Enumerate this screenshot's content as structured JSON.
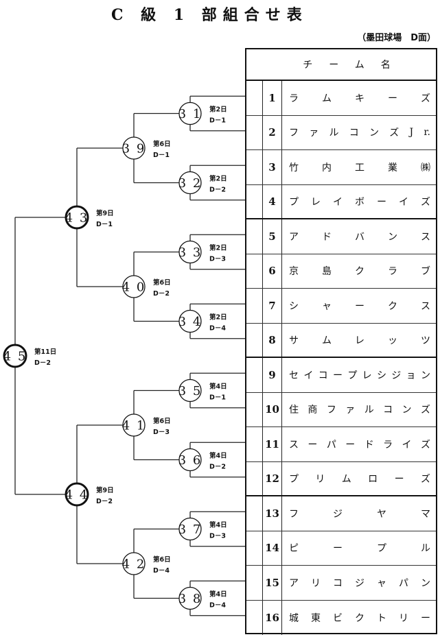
{
  "title": "C 級 1 部組合せ表",
  "venue": "（墨田球場　D面）",
  "table": {
    "header": "チーム名",
    "teams": [
      {
        "no": "1",
        "name": [
          "ラ",
          "ム",
          "キ",
          "ー",
          "ズ"
        ]
      },
      {
        "no": "2",
        "name": [
          "フ",
          "ァ",
          "ル",
          "コ",
          "ン",
          "ズ",
          "J",
          "r."
        ]
      },
      {
        "no": "3",
        "name": [
          "竹",
          "内",
          "工",
          "業",
          "㈱"
        ]
      },
      {
        "no": "4",
        "name": [
          "プ",
          "レ",
          "イ",
          "ボ",
          "ー",
          "イ",
          "ズ"
        ]
      },
      {
        "no": "5",
        "name": [
          "ア",
          "ド",
          "バ",
          "ン",
          "ス"
        ]
      },
      {
        "no": "6",
        "name": [
          "京",
          "島",
          "ク",
          "ラ",
          "ブ"
        ]
      },
      {
        "no": "7",
        "name": [
          "シ",
          "ャ",
          "ー",
          "ク",
          "ス"
        ]
      },
      {
        "no": "8",
        "name": [
          "サ",
          "ム",
          "レ",
          "ッ",
          "ツ"
        ]
      },
      {
        "no": "9",
        "name": [
          "セ",
          "イ",
          "コ",
          "ー",
          "プ",
          "レ",
          "シ",
          "ジ",
          "ョ",
          "ン"
        ]
      },
      {
        "no": "10",
        "name": [
          "住",
          "商",
          "フ",
          "ァ",
          "ル",
          "コ",
          "ン",
          "ズ"
        ]
      },
      {
        "no": "11",
        "name": [
          "ス",
          "ー",
          "パ",
          "ー",
          "ド",
          "ラ",
          "イ",
          "ズ"
        ]
      },
      {
        "no": "12",
        "name": [
          "プ",
          "リ",
          "ム",
          "ロ",
          "ー",
          "ズ"
        ]
      },
      {
        "no": "13",
        "name": [
          "フ",
          "ジ",
          "ヤ",
          "マ"
        ]
      },
      {
        "no": "14",
        "name": [
          "ピ",
          "ー",
          "プ",
          "ル"
        ]
      },
      {
        "no": "15",
        "name": [
          "ア",
          "リ",
          "コ",
          "ジ",
          "ャ",
          "パ",
          "ン"
        ]
      },
      {
        "no": "16",
        "name": [
          "城",
          "東",
          "ビ",
          "ク",
          "ト",
          "リ",
          "ー"
        ]
      }
    ]
  },
  "matches": [
    {
      "id": "31",
      "round": 1,
      "day": "第2日",
      "court": "D－1",
      "teams": [
        "1",
        "2"
      ]
    },
    {
      "id": "32",
      "round": 1,
      "day": "第2日",
      "court": "D－2",
      "teams": [
        "3",
        "4"
      ]
    },
    {
      "id": "33",
      "round": 1,
      "day": "第2日",
      "court": "D－3",
      "teams": [
        "5",
        "6"
      ]
    },
    {
      "id": "34",
      "round": 1,
      "day": "第2日",
      "court": "D－4",
      "teams": [
        "7",
        "8"
      ]
    },
    {
      "id": "35",
      "round": 1,
      "day": "第4日",
      "court": "D－1",
      "teams": [
        "9",
        "10"
      ]
    },
    {
      "id": "36",
      "round": 1,
      "day": "第4日",
      "court": "D－2",
      "teams": [
        "11",
        "12"
      ]
    },
    {
      "id": "37",
      "round": 1,
      "day": "第4日",
      "court": "D－3",
      "teams": [
        "13",
        "14"
      ]
    },
    {
      "id": "38",
      "round": 1,
      "day": "第4日",
      "court": "D－4",
      "teams": [
        "15",
        "16"
      ]
    },
    {
      "id": "39",
      "round": 2,
      "day": "第6日",
      "court": "D－1",
      "from": [
        "31",
        "32"
      ]
    },
    {
      "id": "40",
      "round": 2,
      "day": "第6日",
      "court": "D－2",
      "from": [
        "33",
        "34"
      ]
    },
    {
      "id": "41",
      "round": 2,
      "day": "第6日",
      "court": "D－3",
      "from": [
        "35",
        "36"
      ]
    },
    {
      "id": "42",
      "round": 2,
      "day": "第6日",
      "court": "D－4",
      "from": [
        "37",
        "38"
      ]
    },
    {
      "id": "43",
      "round": 3,
      "day": "第9日",
      "court": "D－1",
      "from": [
        "39",
        "40"
      ]
    },
    {
      "id": "44",
      "round": 3,
      "day": "第9日",
      "court": "D－2",
      "from": [
        "41",
        "42"
      ]
    },
    {
      "id": "45",
      "round": 4,
      "day": "第11日",
      "court": "D－2",
      "from": [
        "43",
        "44"
      ]
    }
  ]
}
